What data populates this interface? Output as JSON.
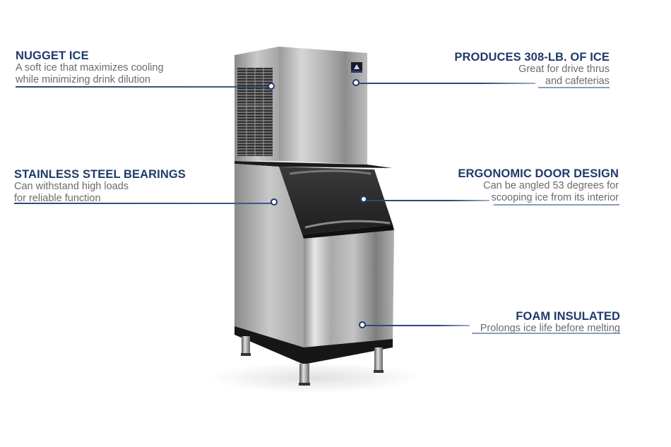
{
  "callouts": [
    {
      "id": "nugget-ice",
      "title": "NUGGET ICE",
      "lines": [
        "A soft ice that maximizes cooling",
        "while minimizing drink dilution"
      ],
      "side": "left"
    },
    {
      "id": "produces",
      "title": "PRODUCES 308-LB. OF ICE",
      "lines": [
        "Great for drive thrus",
        "and cafeterias"
      ],
      "side": "right"
    },
    {
      "id": "bearings",
      "title": "STAINLESS STEEL BEARINGS",
      "lines": [
        "Can withstand high loads",
        "for reliable function"
      ],
      "side": "left"
    },
    {
      "id": "door",
      "title": "ERGONOMIC DOOR DESIGN",
      "lines": [
        "Can be angled 53 degrees for",
        "scooping ice from its interior"
      ],
      "side": "right"
    },
    {
      "id": "foam",
      "title": "FOAM INSULATED",
      "lines": [
        "Prolongs ice life before melting"
      ],
      "side": "right"
    }
  ],
  "colors": {
    "title": "#1f3a6b",
    "description": "#6b6b6b",
    "line": "#2b4a7c",
    "background": "#ffffff"
  },
  "product": {
    "name": "nugget-ice-machine-with-bin",
    "badge_icon": "brand-logo-icon"
  }
}
